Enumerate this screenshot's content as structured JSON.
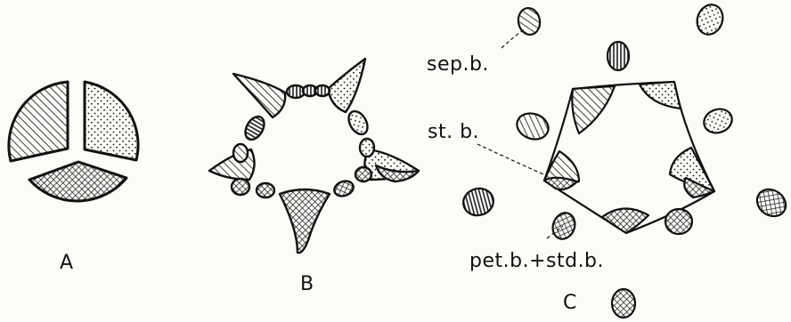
{
  "panels": [
    {
      "id": "A",
      "letter": "A"
    },
    {
      "id": "B",
      "letter": "B"
    },
    {
      "id": "C",
      "letter": "C"
    }
  ],
  "labels": {
    "sepal_bundle": "sep.b.",
    "stamen_bundle": "st. b.",
    "petal_stamen_bundle": "pet.b.+std.b."
  },
  "colors": {
    "ink": "#111111",
    "paper": "#fbfbf8"
  },
  "fill_patterns": [
    "diagonal-hatch",
    "stipple",
    "cross-hatch",
    "horizontal-hatch",
    "vertical-hatch"
  ]
}
